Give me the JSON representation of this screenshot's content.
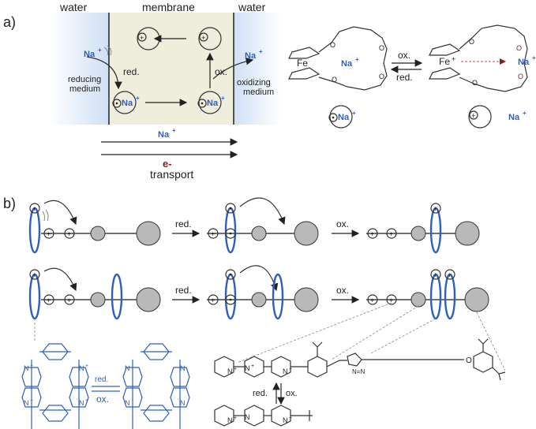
{
  "panel_a": {
    "label": "a)",
    "water_left": "water",
    "membrane": "membrane",
    "water_right": "water",
    "na_plus": "Na",
    "plus": "+",
    "red": "red.",
    "ox": "ox.",
    "reducing_medium_1": "reducing",
    "reducing_medium_2": "medium",
    "oxidizing_medium_1": "oxidizing",
    "oxidizing_medium_2": "medium",
    "fe": "Fe",
    "e_minus": "e-",
    "transport": "transport"
  },
  "panel_b": {
    "label": "b)",
    "red": "red.",
    "ox": "ox.",
    "n_plus": "N",
    "n_dot": "N"
  },
  "colors": {
    "membrane_fill": "#efeddc",
    "water_blue": "#cfe0f5",
    "accent_blue": "#2f5fbf",
    "electron_red": "#8b1a1a",
    "bead_gray": "#b9b9b9"
  }
}
